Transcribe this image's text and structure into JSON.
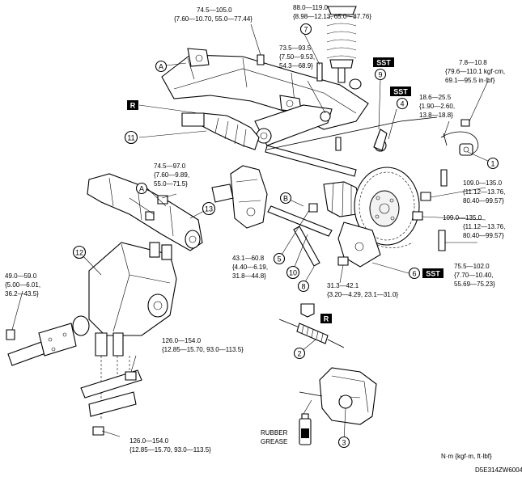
{
  "torque_specs": [
    {
      "id": "t1",
      "line1": "74.5—105.0",
      "line2": "{7.60—10.70, 55.0—77.44}"
    },
    {
      "id": "t2",
      "line1": "88.0—119.0",
      "line2": "{8.98—12.13, 65.0—87.76}"
    },
    {
      "id": "t3",
      "line1": "73.5—93.5",
      "line2": "{7.50—9.53,",
      "line3": "54.3—68.9}"
    },
    {
      "id": "t4",
      "line1": "7.8—10.8",
      "line2": "{79.6—110.1 kgf·cm,",
      "line3": "69.1—95.5 in·lbf}"
    },
    {
      "id": "t5",
      "line1": "18.6—25.5",
      "line2": "{1.90—2.60,",
      "line3": "13.8—18.8}"
    },
    {
      "id": "t6",
      "line1": "74.5—97.0",
      "line2": "{7.60—9.89,",
      "line3": "55.0—71.5}"
    },
    {
      "id": "t7",
      "line1": "109.0—135.0",
      "line2": "{11.12—13.76,",
      "line3": "80.40—99.57}"
    },
    {
      "id": "t8",
      "line1": "109.0—135.0",
      "line2": "{11.12—13.76,",
      "line3": "80.40—99.57}"
    },
    {
      "id": "t9",
      "line1": "43.1—60.8",
      "line2": "{4.40—6.19,",
      "line3": "31.8—44.8}"
    },
    {
      "id": "t10",
      "line1": "75.5—102.0",
      "line2": "{7.70—10.40,",
      "line3": "55.69—75.23}"
    },
    {
      "id": "t11",
      "line1": "49.0—59.0",
      "line2": "{5.00—6.01,",
      "line3": "36.2—43.5}"
    },
    {
      "id": "t12",
      "line1": "31.3—42.1",
      "line2": "{3.20—4.29, 23.1—31.0}"
    },
    {
      "id": "t13",
      "line1": "126.0—154.0",
      "line2": "{12.85—15.70, 93.0—113.5}"
    },
    {
      "id": "t14",
      "line1": "126.0—154.0",
      "line2": "{12.85—15.70, 93.0—113.5}"
    }
  ],
  "callouts": [
    "1",
    "2",
    "3",
    "4",
    "5",
    "6",
    "7",
    "8",
    "9",
    "10",
    "11",
    "12",
    "13"
  ],
  "tags": {
    "sst": "SST",
    "r": "R"
  },
  "letters": {
    "a": "A",
    "b": "B"
  },
  "grease_label": {
    "line1": "RUBBER",
    "line2": "GREASE"
  },
  "units_note": "N·m {kgf·m, ft·lbf}",
  "figure_code": "D5E314ZW6004"
}
